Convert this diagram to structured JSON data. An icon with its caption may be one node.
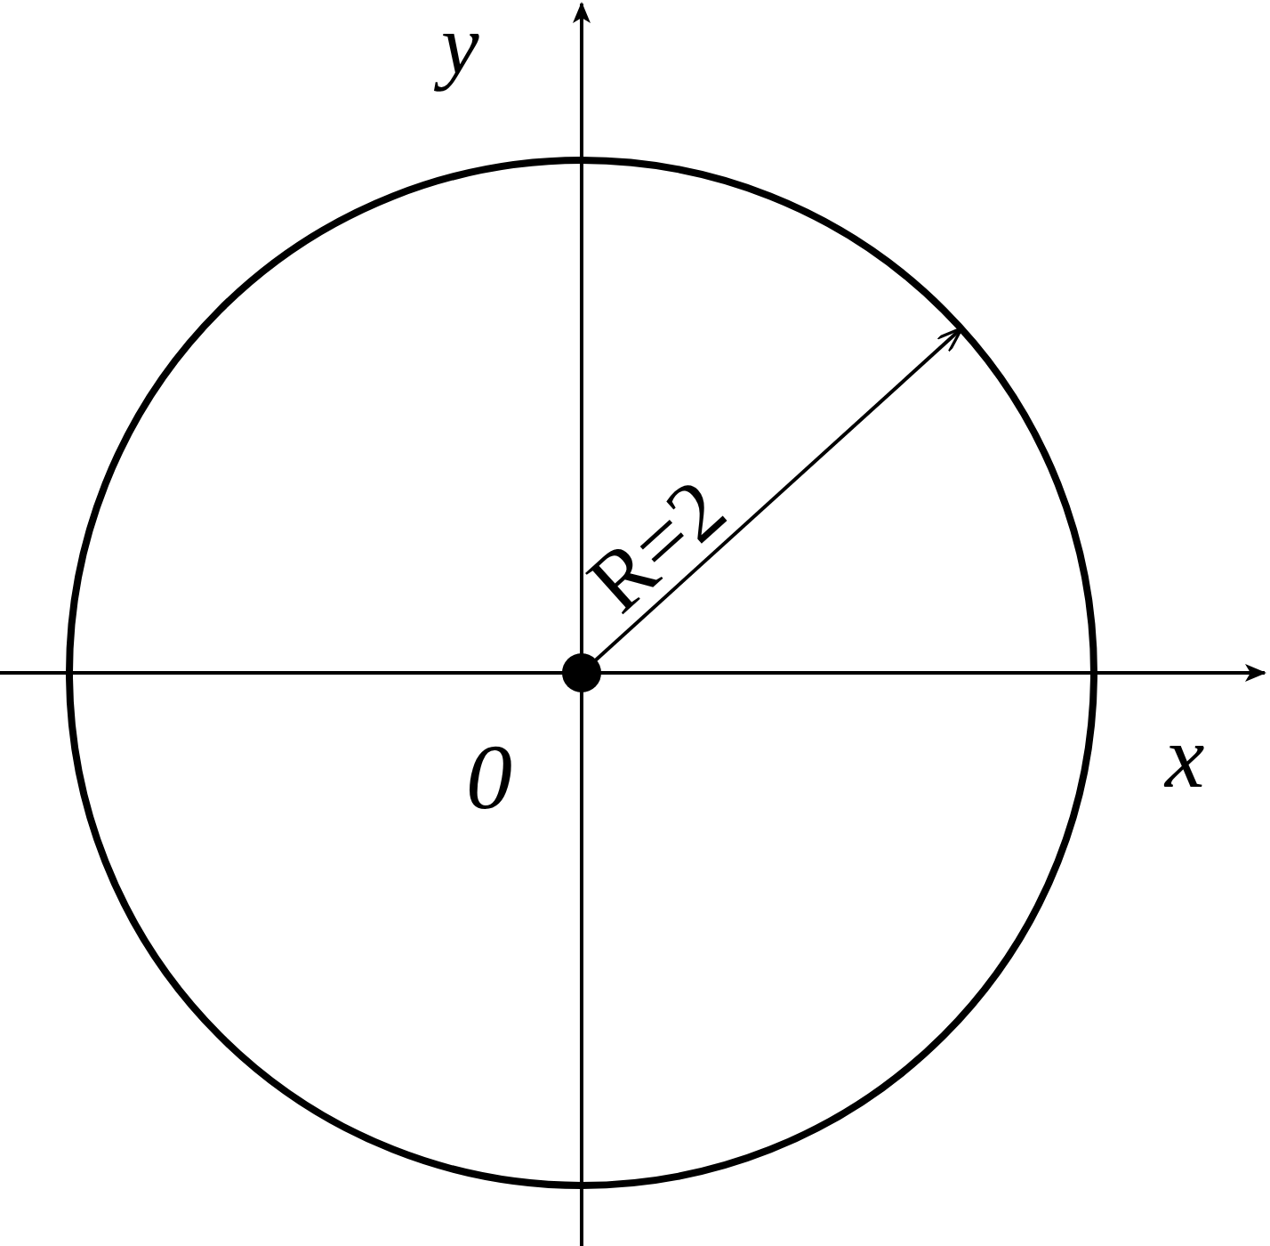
{
  "diagram": {
    "labels": [
      "y",
      "R=2",
      "0",
      "x"
    ]
  }
}
